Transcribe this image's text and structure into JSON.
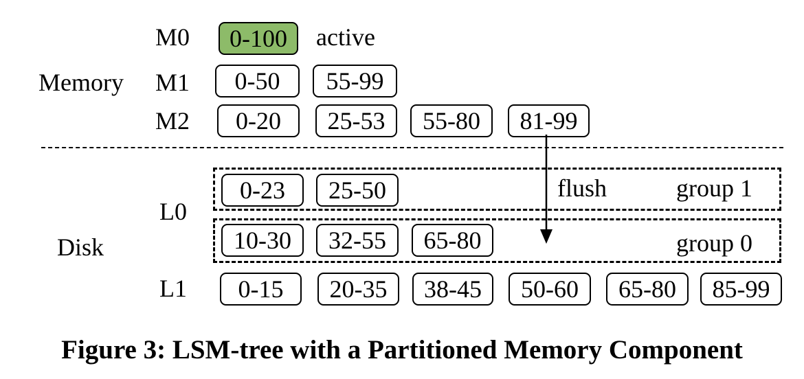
{
  "memory": {
    "label": "Memory",
    "rows": [
      {
        "id": "M0",
        "ranges": [
          "0-100"
        ],
        "note": "active"
      },
      {
        "id": "M1",
        "ranges": [
          "0-50",
          "55-99"
        ]
      },
      {
        "id": "M2",
        "ranges": [
          "0-20",
          "25-53",
          "55-80",
          "81-99"
        ]
      }
    ]
  },
  "disk": {
    "label": "Disk",
    "L0": {
      "label": "L0",
      "groups": [
        {
          "label": "group 1",
          "ranges": [
            "0-23",
            "25-50"
          ]
        },
        {
          "label": "group 0",
          "ranges": [
            "10-30",
            "32-55",
            "65-80"
          ]
        }
      ]
    },
    "L1": {
      "label": "L1",
      "ranges": [
        "0-15",
        "20-35",
        "38-45",
        "50-60",
        "65-80",
        "85-99"
      ]
    }
  },
  "arrow_label": "flush",
  "caption": "Figure 3: LSM-tree with a Partitioned Memory Component",
  "colors": {
    "active": "#8dbb69"
  }
}
